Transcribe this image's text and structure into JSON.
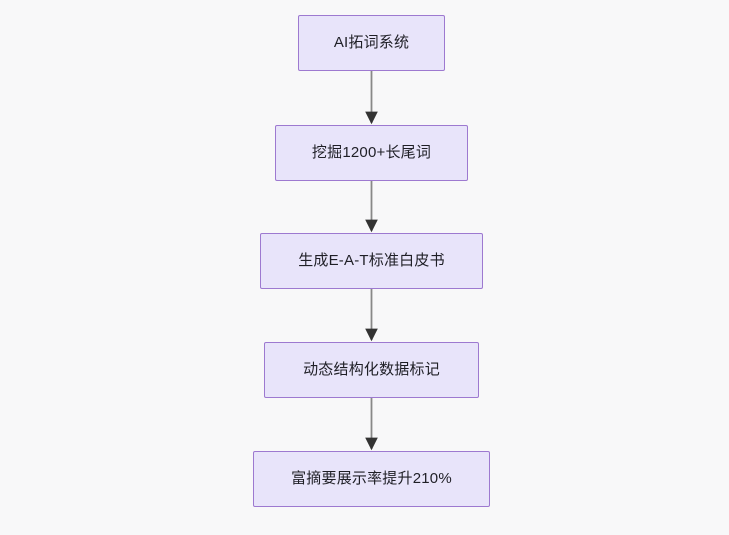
{
  "diagram": {
    "type": "flowchart",
    "direction": "top-to-bottom",
    "background_color": "#f8f8f9",
    "node_fill_color": "#e8e4fa",
    "node_border_color": "#9d79d0",
    "node_text_color": "#1f1f26",
    "edge_color": "#888888",
    "arrowhead_color": "#333333",
    "nodes": [
      {
        "id": "n1",
        "label": "AI拓词系统"
      },
      {
        "id": "n2",
        "label": "挖掘1200+长尾词"
      },
      {
        "id": "n3",
        "label": "生成E-A-T标准白皮书"
      },
      {
        "id": "n4",
        "label": "动态结构化数据标记"
      },
      {
        "id": "n5",
        "label": "富摘要展示率提升210%"
      }
    ],
    "edges": [
      {
        "from": "n1",
        "to": "n2",
        "label": ""
      },
      {
        "from": "n2",
        "to": "n3",
        "label": ""
      },
      {
        "from": "n3",
        "to": "n4",
        "label": ""
      },
      {
        "from": "n4",
        "to": "n5",
        "label": ""
      }
    ]
  }
}
